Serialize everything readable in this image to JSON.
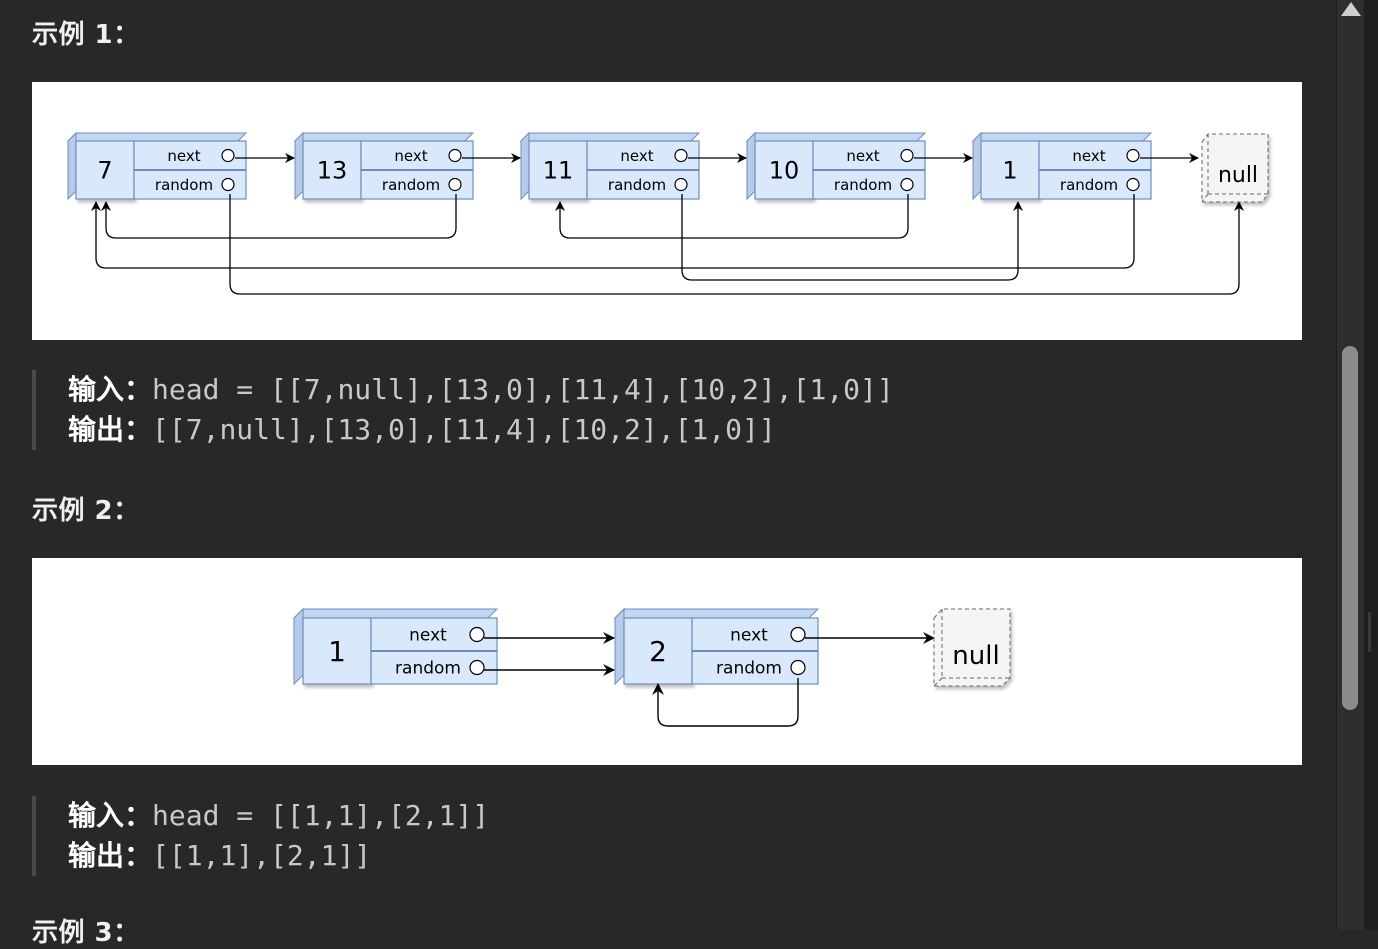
{
  "ex1": {
    "title": "示例 1：",
    "input_label": "输入：",
    "input_value": "head = [[7,null],[13,0],[11,4],[10,2],[1,0]]",
    "output_label": "输出：",
    "output_value": "[[7,null],[13,0],[11,4],[10,2],[1,0]]",
    "nodes": [
      "7",
      "13",
      "11",
      "10",
      "1"
    ],
    "null_label": "null",
    "next_label": "next",
    "random_label": "random"
  },
  "ex2": {
    "title": "示例 2：",
    "input_label": "输入：",
    "input_value": "head = [[1,1],[2,1]]",
    "output_label": "输出：",
    "output_value": "[[1,1],[2,1]]",
    "nodes": [
      "1",
      "2"
    ],
    "null_label": "null",
    "next_label": "next",
    "random_label": "random"
  },
  "ex3": {
    "title": "示例 3："
  },
  "colors": {
    "page_background": "#282828",
    "node_fill": "#dae8fc",
    "node_stroke": "#6c8ebf",
    "null_fill": "#f5f5f5",
    "null_stroke": "#666666",
    "scroll_thumb": "#8c8c8c"
  },
  "icons": {
    "scroll_up": "triangle-up-icon"
  }
}
